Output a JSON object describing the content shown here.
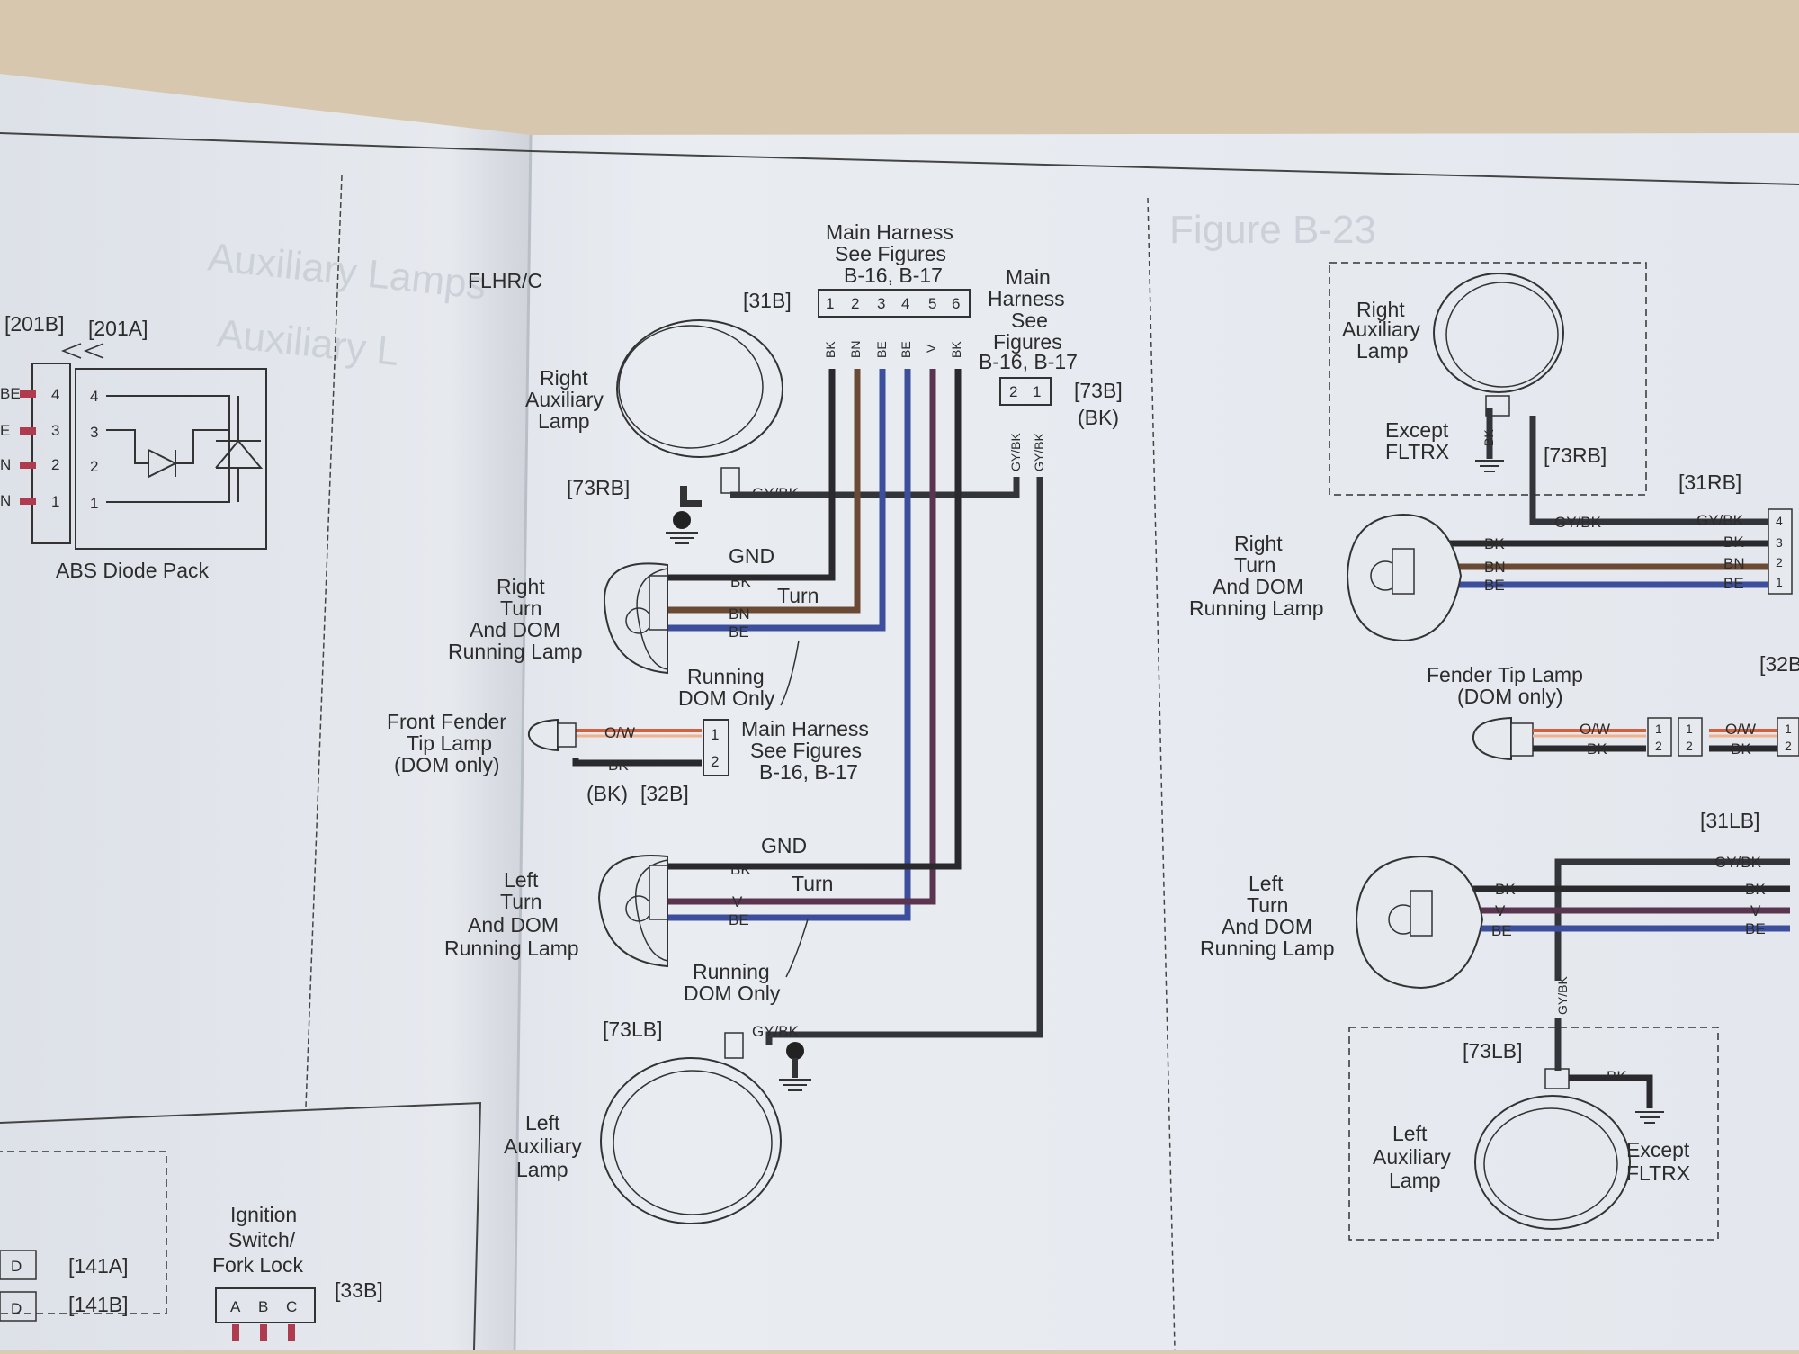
{
  "colors": {
    "BK": "#2a2a2e",
    "BN": "#6b4a35",
    "BE": "#3d4f9c",
    "V": "#5a3550",
    "GY/BK": "#33353a",
    "O/W": "#d4613c",
    "paper": "#e8ecf2",
    "paper_left": "#e5e8ee",
    "line": "#333333"
  },
  "left_page": {
    "connectors": [
      "[201B]",
      "[201A]"
    ],
    "pins_left": [
      "BE",
      "E",
      "N",
      "N"
    ],
    "pins_numbers": [
      "4",
      "3",
      "2",
      "1"
    ],
    "diode_pack_label": "ABS Diode Pack",
    "bottom_connectors": [
      "[141A]",
      "[141B]"
    ],
    "pin_letter": "D",
    "ignition_label": [
      "Ignition",
      "Switch/",
      "Fork Lock"
    ],
    "ignition_pins": [
      "A",
      "B",
      "C"
    ],
    "ignition_connector": "[33B]"
  },
  "center_page": {
    "model": "FLHR/C",
    "main_harness_top": [
      "Main Harness",
      "See Figures",
      "B-16, B-17"
    ],
    "conn_31b": "[31B]",
    "conn_31b_pins": [
      "1",
      "2",
      "3",
      "4",
      "5",
      "6"
    ],
    "conn_31b_wires": [
      "BK",
      "BN",
      "BE",
      "BE",
      "V",
      "BK"
    ],
    "main_harness_right": [
      "Main",
      "Harness",
      "See",
      "Figures",
      "B-16, B-17"
    ],
    "conn_73b": "[73B]",
    "conn_73b_color": "(BK)",
    "conn_73b_pins": [
      "2",
      "1"
    ],
    "conn_73b_wires": [
      "GY/BK",
      "GY/BK"
    ],
    "right_aux_lamp": [
      "Right",
      "Auxiliary",
      "Lamp"
    ],
    "conn_73rb": "[73RB]",
    "gy_bk": "GY/BK",
    "gnd": "GND",
    "turn": "Turn",
    "right_turn_lamp": [
      "Right",
      "Turn",
      "And DOM",
      "Running Lamp"
    ],
    "right_turn_wires": [
      "BK",
      "BN",
      "BE"
    ],
    "running_dom_only": [
      "Running",
      "DOM Only"
    ],
    "fender_tip": [
      "Front Fender",
      "Tip Lamp",
      "(DOM only)"
    ],
    "fender_wires": [
      "O/W",
      "BK"
    ],
    "fender_pins": [
      "1",
      "2"
    ],
    "main_harness_mid": [
      "Main Harness",
      "See Figures",
      "B-16, B-17"
    ],
    "conn_32b": "[32B]",
    "conn_32b_color": "(BK)",
    "left_turn_lamp": [
      "Left",
      "Turn",
      "And DOM",
      "Running Lamp"
    ],
    "left_turn_wires": [
      "BK",
      "V",
      "BE"
    ],
    "conn_73lb": "[73LB]",
    "left_aux_lamp": [
      "Left",
      "Auxiliary",
      "Lamp"
    ]
  },
  "right_page": {
    "right_aux_lamp": [
      "Right",
      "Auxiliary",
      "Lamp"
    ],
    "except": [
      "Except",
      "FLTRX"
    ],
    "conn_73rb": "[73RB]",
    "conn_31rb": "[31RB]",
    "gy_bk": "GY/BK",
    "right_turn_lamp": [
      "Right",
      "Turn",
      "And DOM",
      "Running Lamp"
    ],
    "right_turn_wires": [
      "BK",
      "BN",
      "BE"
    ],
    "conn_31rb_wires": [
      "GY/BK",
      "BK",
      "BN",
      "BE"
    ],
    "conn_31rb_pins": [
      "4",
      "3",
      "2",
      "1"
    ],
    "fender_tip": [
      "Fender Tip Lamp",
      "(DOM only)"
    ],
    "fender_wires": [
      "O/W",
      "BK"
    ],
    "pins_12": [
      "1",
      "2"
    ],
    "conn_32b_partial": "[32B",
    "conn_31lb": "[31LB]",
    "left_turn_lamp": [
      "Left",
      "Turn",
      "And DOM",
      "Running Lamp"
    ],
    "left_turn_wires": [
      "BK",
      "V",
      "BE"
    ],
    "conn_31lb_wires": [
      "GY/BK",
      "BK",
      "V",
      "BE"
    ],
    "conn_73lb": "[73LB]",
    "bk": "BK",
    "left_aux_lamp": [
      "Left",
      "Auxiliary",
      "Lamp"
    ]
  }
}
